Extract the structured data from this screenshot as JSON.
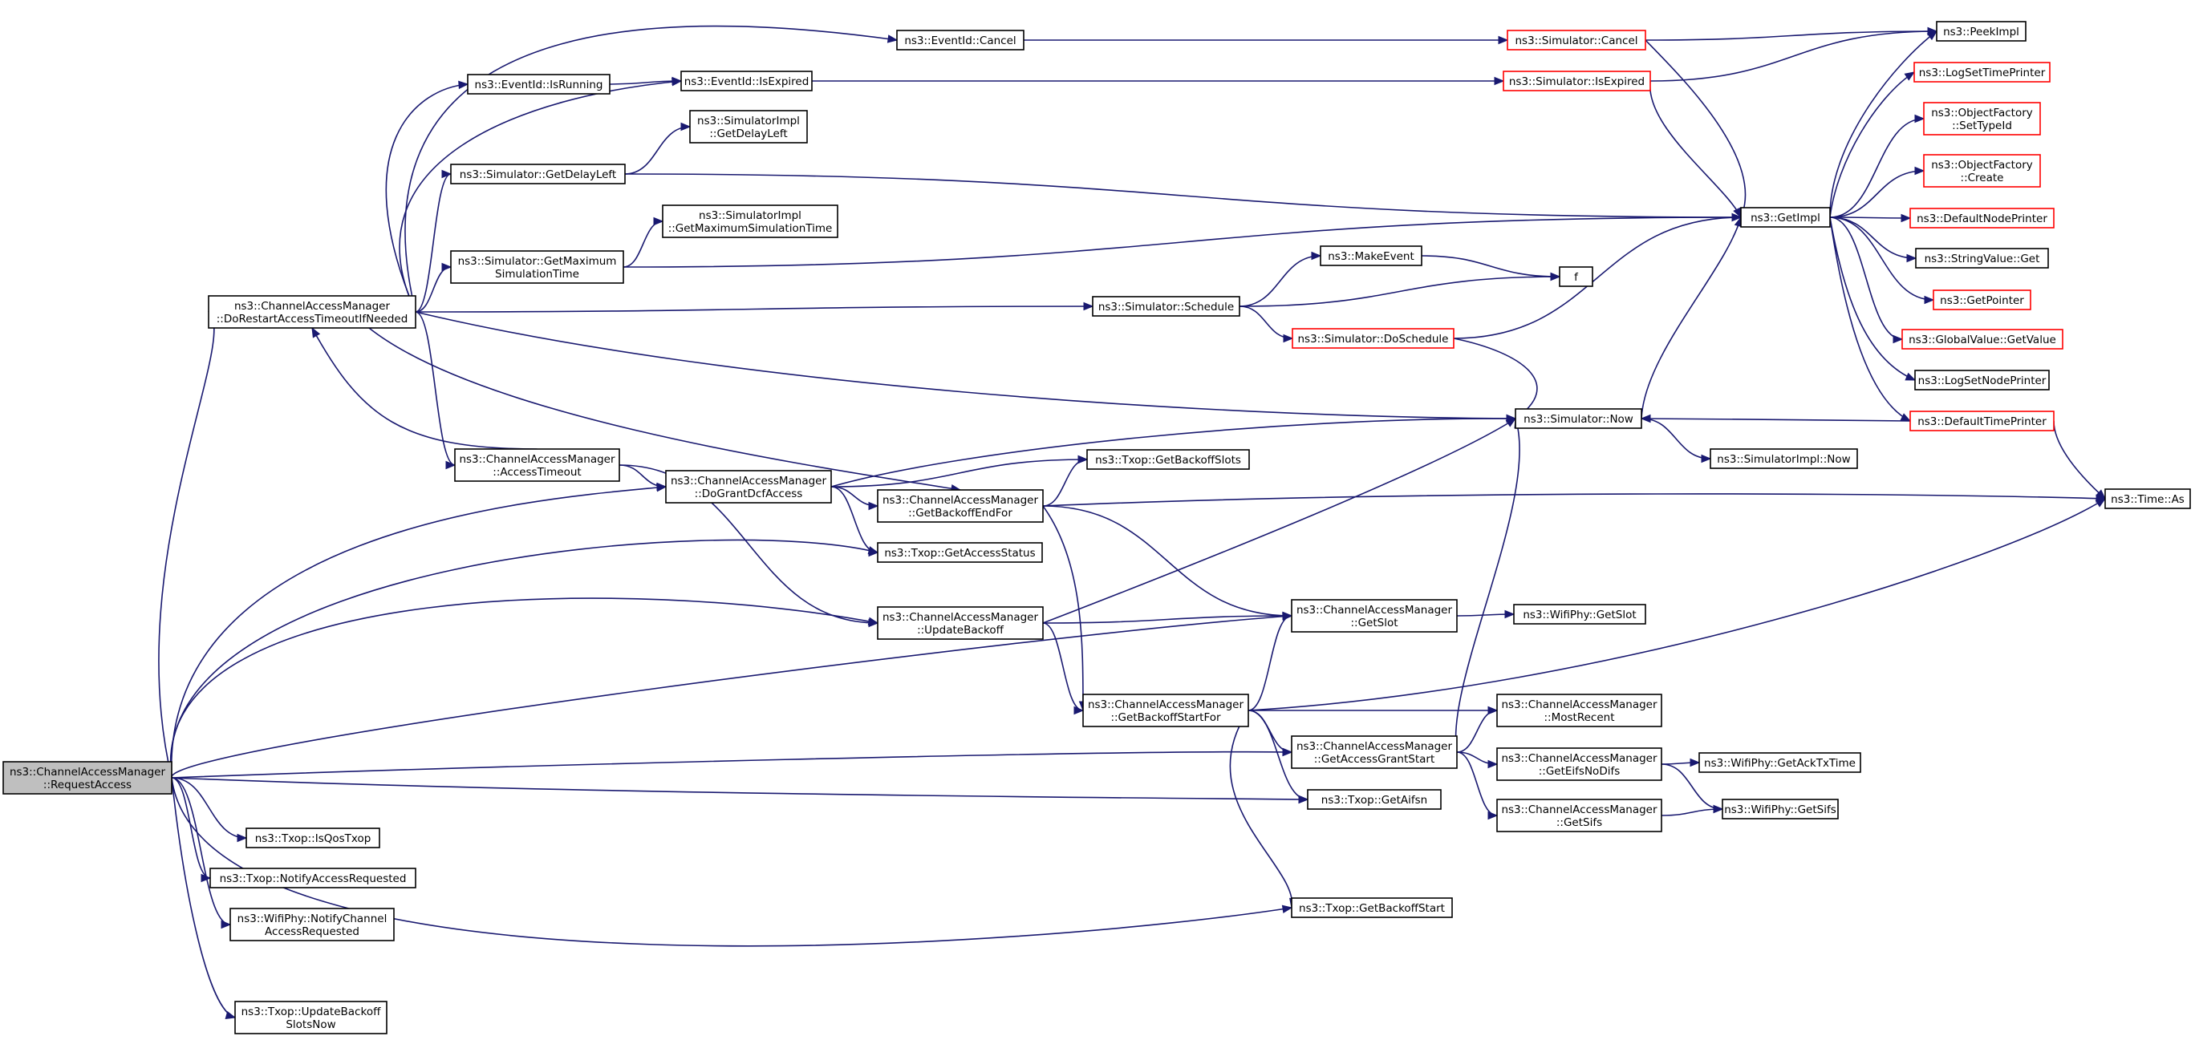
{
  "graph": {
    "title": "",
    "colors": {
      "edge": "#191970",
      "node_border": "#000000",
      "truncated_border": "#ff0000",
      "root_fill": "#bfbfbf",
      "node_fill": "#ffffff"
    },
    "nodes": [
      {
        "id": "request",
        "lines": [
          "ns3::ChannelAccessManager",
          "::RequestAccess"
        ],
        "style": "root"
      },
      {
        "id": "restart",
        "lines": [
          "ns3::ChannelAccessManager",
          "::DoRestartAccessTimeoutIfNeeded"
        ],
        "style": "normal"
      },
      {
        "id": "isqos",
        "lines": [
          "ns3::Txop::IsQosTxop"
        ],
        "style": "normal"
      },
      {
        "id": "notifyreq",
        "lines": [
          "ns3::Txop::NotifyAccessRequested"
        ],
        "style": "normal"
      },
      {
        "id": "phynotify",
        "lines": [
          "ns3::WifiPhy::NotifyChannel",
          "AccessRequested"
        ],
        "style": "normal"
      },
      {
        "id": "updslots",
        "lines": [
          "ns3::Txop::UpdateBackoff",
          "SlotsNow"
        ],
        "style": "normal"
      },
      {
        "id": "isrunning",
        "lines": [
          "ns3::EventId::IsRunning"
        ],
        "style": "normal"
      },
      {
        "id": "getdelay",
        "lines": [
          "ns3::Simulator::GetDelayLeft"
        ],
        "style": "normal"
      },
      {
        "id": "getmax",
        "lines": [
          "ns3::Simulator::GetMaximum",
          "SimulationTime"
        ],
        "style": "normal"
      },
      {
        "id": "accesstimeout",
        "lines": [
          "ns3::ChannelAccessManager",
          "::AccessTimeout"
        ],
        "style": "normal"
      },
      {
        "id": "cancel",
        "lines": [
          "ns3::EventId::Cancel"
        ],
        "style": "normal"
      },
      {
        "id": "isexpired",
        "lines": [
          "ns3::EventId::IsExpired"
        ],
        "style": "normal"
      },
      {
        "id": "implgetdelay",
        "lines": [
          "ns3::SimulatorImpl",
          "::GetDelayLeft"
        ],
        "style": "normal"
      },
      {
        "id": "implgetmax",
        "lines": [
          "ns3::SimulatorImpl",
          "::GetMaximumSimulationTime"
        ],
        "style": "normal"
      },
      {
        "id": "dogrant",
        "lines": [
          "ns3::ChannelAccessManager",
          "::DoGrantDcfAccess"
        ],
        "style": "normal"
      },
      {
        "id": "getbackoffslots",
        "lines": [
          "ns3::Txop::GetBackoffSlots"
        ],
        "style": "normal"
      },
      {
        "id": "backoffend",
        "lines": [
          "ns3::ChannelAccessManager",
          "::GetBackoffEndFor"
        ],
        "style": "normal"
      },
      {
        "id": "accessstatus",
        "lines": [
          "ns3::Txop::GetAccessStatus"
        ],
        "style": "normal"
      },
      {
        "id": "updatebackoff",
        "lines": [
          "ns3::ChannelAccessManager",
          "::UpdateBackoff"
        ],
        "style": "normal"
      },
      {
        "id": "backoffstart",
        "lines": [
          "ns3::ChannelAccessManager",
          "::GetBackoffStartFor"
        ],
        "style": "normal"
      },
      {
        "id": "schedule",
        "lines": [
          "ns3::Simulator::Schedule"
        ],
        "style": "normal"
      },
      {
        "id": "makeevent",
        "lines": [
          "ns3::MakeEvent"
        ],
        "style": "normal"
      },
      {
        "id": "doschedule",
        "lines": [
          "ns3::Simulator::DoSchedule"
        ],
        "style": "truncated"
      },
      {
        "id": "simcancel",
        "lines": [
          "ns3::Simulator::Cancel"
        ],
        "style": "truncated"
      },
      {
        "id": "simisexpired",
        "lines": [
          "ns3::Simulator::IsExpired"
        ],
        "style": "truncated"
      },
      {
        "id": "f",
        "lines": [
          "f"
        ],
        "style": "normal"
      },
      {
        "id": "now",
        "lines": [
          "ns3::Simulator::Now"
        ],
        "style": "normal"
      },
      {
        "id": "getslot",
        "lines": [
          "ns3::ChannelAccessManager",
          "::GetSlot"
        ],
        "style": "normal"
      },
      {
        "id": "grantstart",
        "lines": [
          "ns3::ChannelAccessManager",
          "::GetAccessGrantStart"
        ],
        "style": "normal"
      },
      {
        "id": "getaifsn",
        "lines": [
          "ns3::Txop::GetAifsn"
        ],
        "style": "normal"
      },
      {
        "id": "getbackoffstart",
        "lines": [
          "ns3::Txop::GetBackoffStart"
        ],
        "style": "normal"
      },
      {
        "id": "mostrecent",
        "lines": [
          "ns3::ChannelAccessManager",
          "::MostRecent"
        ],
        "style": "normal"
      },
      {
        "id": "eifsnodifs",
        "lines": [
          "ns3::ChannelAccessManager",
          "::GetEifsNoDifs"
        ],
        "style": "normal"
      },
      {
        "id": "getsifs",
        "lines": [
          "ns3::ChannelAccessManager",
          "::GetSifs"
        ],
        "style": "normal"
      },
      {
        "id": "simimplnow",
        "lines": [
          "ns3::SimulatorImpl::Now"
        ],
        "style": "normal"
      },
      {
        "id": "phygetslot",
        "lines": [
          "ns3::WifiPhy::GetSlot"
        ],
        "style": "normal"
      },
      {
        "id": "acktx",
        "lines": [
          "ns3::WifiPhy::GetAckTxTime"
        ],
        "style": "normal"
      },
      {
        "id": "physifs",
        "lines": [
          "ns3::WifiPhy::GetSifs"
        ],
        "style": "normal"
      },
      {
        "id": "getimpl",
        "lines": [
          "ns3::GetImpl"
        ],
        "style": "normal"
      },
      {
        "id": "peekimpl",
        "lines": [
          "ns3::PeekImpl"
        ],
        "style": "normal"
      },
      {
        "id": "logtime",
        "lines": [
          "ns3::LogSetTimePrinter"
        ],
        "style": "truncated"
      },
      {
        "id": "ofsettype",
        "lines": [
          "ns3::ObjectFactory",
          "::SetTypeId"
        ],
        "style": "truncated"
      },
      {
        "id": "ofcreate",
        "lines": [
          "ns3::ObjectFactory",
          "::Create"
        ],
        "style": "truncated"
      },
      {
        "id": "defnodeprinter",
        "lines": [
          "ns3::DefaultNodePrinter"
        ],
        "style": "truncated"
      },
      {
        "id": "strget",
        "lines": [
          "ns3::StringValue::Get"
        ],
        "style": "normal"
      },
      {
        "id": "getpointer",
        "lines": [
          "ns3::GetPointer"
        ],
        "style": "truncated"
      },
      {
        "id": "globalget",
        "lines": [
          "ns3::GlobalValue::GetValue"
        ],
        "style": "truncated"
      },
      {
        "id": "lognode",
        "lines": [
          "ns3::LogSetNodePrinter"
        ],
        "style": "normal"
      },
      {
        "id": "deftimeprinter",
        "lines": [
          "ns3::DefaultTimePrinter"
        ],
        "style": "truncated"
      },
      {
        "id": "timeas",
        "lines": [
          "ns3::Time::As"
        ],
        "style": "normal"
      }
    ],
    "edges": [
      [
        "request",
        "restart"
      ],
      [
        "request",
        "isqos"
      ],
      [
        "request",
        "notifyreq"
      ],
      [
        "request",
        "phynotify"
      ],
      [
        "request",
        "updslots"
      ],
      [
        "request",
        "dogrant"
      ],
      [
        "request",
        "accessstatus"
      ],
      [
        "request",
        "updatebackoff"
      ],
      [
        "request",
        "getslot"
      ],
      [
        "request",
        "grantstart"
      ],
      [
        "request",
        "getaifsn"
      ],
      [
        "request",
        "getbackoffstart"
      ],
      [
        "restart",
        "cancel"
      ],
      [
        "restart",
        "isrunning"
      ],
      [
        "restart",
        "isexpired"
      ],
      [
        "restart",
        "getdelay"
      ],
      [
        "restart",
        "getmax"
      ],
      [
        "restart",
        "accesstimeout"
      ],
      [
        "restart",
        "schedule"
      ],
      [
        "restart",
        "now"
      ],
      [
        "restart",
        "backoffend"
      ],
      [
        "isrunning",
        "isexpired"
      ],
      [
        "isexpired",
        "simisexpired"
      ],
      [
        "cancel",
        "simcancel"
      ],
      [
        "getdelay",
        "implgetdelay"
      ],
      [
        "getdelay",
        "getimpl"
      ],
      [
        "getmax",
        "implgetmax"
      ],
      [
        "getmax",
        "getimpl"
      ],
      [
        "accesstimeout",
        "restart"
      ],
      [
        "accesstimeout",
        "dogrant"
      ],
      [
        "accesstimeout",
        "updatebackoff"
      ],
      [
        "dogrant",
        "getbackoffslots"
      ],
      [
        "dogrant",
        "backoffend"
      ],
      [
        "dogrant",
        "accessstatus"
      ],
      [
        "dogrant",
        "now"
      ],
      [
        "backoffend",
        "getbackoffslots"
      ],
      [
        "backoffend",
        "getslot"
      ],
      [
        "backoffend",
        "backoffstart"
      ],
      [
        "backoffend",
        "timeas"
      ],
      [
        "updatebackoff",
        "now"
      ],
      [
        "updatebackoff",
        "getslot"
      ],
      [
        "updatebackoff",
        "backoffstart"
      ],
      [
        "backoffstart",
        "getslot"
      ],
      [
        "backoffstart",
        "mostrecent"
      ],
      [
        "backoffstart",
        "grantstart"
      ],
      [
        "backoffstart",
        "getaifsn"
      ],
      [
        "backoffstart",
        "getbackoffstart"
      ],
      [
        "backoffstart",
        "timeas"
      ],
      [
        "grantstart",
        "now"
      ],
      [
        "grantstart",
        "mostrecent"
      ],
      [
        "grantstart",
        "eifsnodifs"
      ],
      [
        "grantstart",
        "getsifs"
      ],
      [
        "eifsnodifs",
        "acktx"
      ],
      [
        "eifsnodifs",
        "physifs"
      ],
      [
        "getsifs",
        "physifs"
      ],
      [
        "getslot",
        "phygetslot"
      ],
      [
        "schedule",
        "makeevent"
      ],
      [
        "schedule",
        "f"
      ],
      [
        "schedule",
        "doschedule"
      ],
      [
        "makeevent",
        "f"
      ],
      [
        "doschedule",
        "getimpl"
      ],
      [
        "doschedule",
        "now"
      ],
      [
        "simcancel",
        "peekimpl"
      ],
      [
        "simcancel",
        "getimpl"
      ],
      [
        "simisexpired",
        "peekimpl"
      ],
      [
        "simisexpired",
        "getimpl"
      ],
      [
        "now",
        "getimpl"
      ],
      [
        "now",
        "simimplnow"
      ],
      [
        "getimpl",
        "peekimpl"
      ],
      [
        "getimpl",
        "logtime"
      ],
      [
        "getimpl",
        "ofsettype"
      ],
      [
        "getimpl",
        "ofcreate"
      ],
      [
        "getimpl",
        "defnodeprinter"
      ],
      [
        "getimpl",
        "strget"
      ],
      [
        "getimpl",
        "getpointer"
      ],
      [
        "getimpl",
        "globalget"
      ],
      [
        "getimpl",
        "lognode"
      ],
      [
        "getimpl",
        "deftimeprinter"
      ],
      [
        "deftimeprinter",
        "now"
      ],
      [
        "deftimeprinter",
        "timeas"
      ]
    ]
  }
}
